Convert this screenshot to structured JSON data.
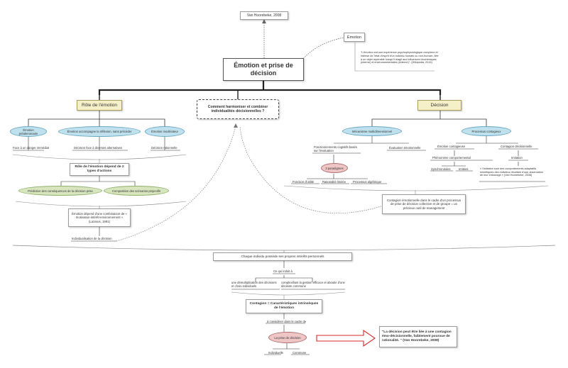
{
  "central": {
    "title": "Émotion et prise de décision"
  },
  "citation_top": "Van Hoorebeke, 2008",
  "emotion_node": {
    "label": "Émotion",
    "definition": "\"L'émotion est une expérience psychophysiologique complexe et intense de l'état d'esprit d'un individu humain ou non-humain, liée à un objet repérable lorsqu'il réagit aux influences biochimiques (interne) et environnementales (externe)\". (Wikipedia, 2015)"
  },
  "question": "Comment harmoniser et combiner individualités décisionnelles ?",
  "role": {
    "title": "Rôle de l'émotion",
    "nodes": [
      "Émotion préalemenaire",
      "Émotion accompagne la réflexion, sans précéder",
      "Émotion modérateur"
    ],
    "subs": [
      "Face à un danger immédiat",
      "Décision face à diverses alternatives",
      "Décision rationnelle"
    ],
    "types_title": "Rôle de l'émotion dépend de 2 types d'actions",
    "types": [
      "Prédiction des conséquences de la décision prise",
      "Composition des scénarios projectifs"
    ],
    "lazarus": "Émotion dépend d'une combinaison de « motivation-intérêt-environnement » (Lazarus, 1991)",
    "individualisation": "Individualisation de la décision"
  },
  "decision": {
    "title": "Décision",
    "mechanism": "Mécanisme multidimensionnel",
    "process": "Processus contagieux",
    "fonctionnements": "Fonctionnements cognitifs basés sur l'évaluation",
    "evaluation": "Évaluation émotionnelle",
    "paradigmes": "3 paradigmes",
    "paradigm_list": [
      "Fonction d'utilité",
      "Rationalité limitée",
      "Processus algébrique"
    ],
    "emotion_contagieuse": "Émotion contagieuse",
    "contagion_decisionnelle": "Contagion décisionnelle",
    "phenomene": "Phénomène comportemental",
    "phen_list": [
      "Synchronisées",
      "Imitées"
    ],
    "imitation": "Imitation",
    "imitation_quote": "« l'imitation sont des comportements adaptatifs mimétiques des individus résultant d'une observation de leur entourage » (Van Hoorebeke, 2008)",
    "contagion_box": "Contagion émotionnelle dans le cadre d'un processus de prise de décision collective et de groupe = un précieux outil de management"
  },
  "lower": {
    "interests": "Chaque individu possède ses propres intérêts personnels",
    "ce_qui": "Ce qui induit à",
    "demult": "une démultiplication des décisions et choix individuels",
    "complexif": "complexifiant la gestion efficace et aboutie d'une décision commune",
    "contagion_title": "Contagion = Caractéristiques intrinsèques de l'émotion",
    "considerer": "à considérer dans le cadre de",
    "prise": "La prise de décision",
    "outcomes": [
      "Individuelle",
      "Commune"
    ],
    "quote": "\"La décision peut être liée à une contagion émo-décisionnelle, faiblement pourvue de rationalité. \" (Van Hoorebeke, 2008)"
  },
  "colors": {
    "blue_node": "#bfe1ee",
    "green_node": "#d7e6bf",
    "pink_node": "#efc6c6",
    "yellow_tag": "#f6f0c9",
    "arrow_red": "#d42a2a"
  }
}
